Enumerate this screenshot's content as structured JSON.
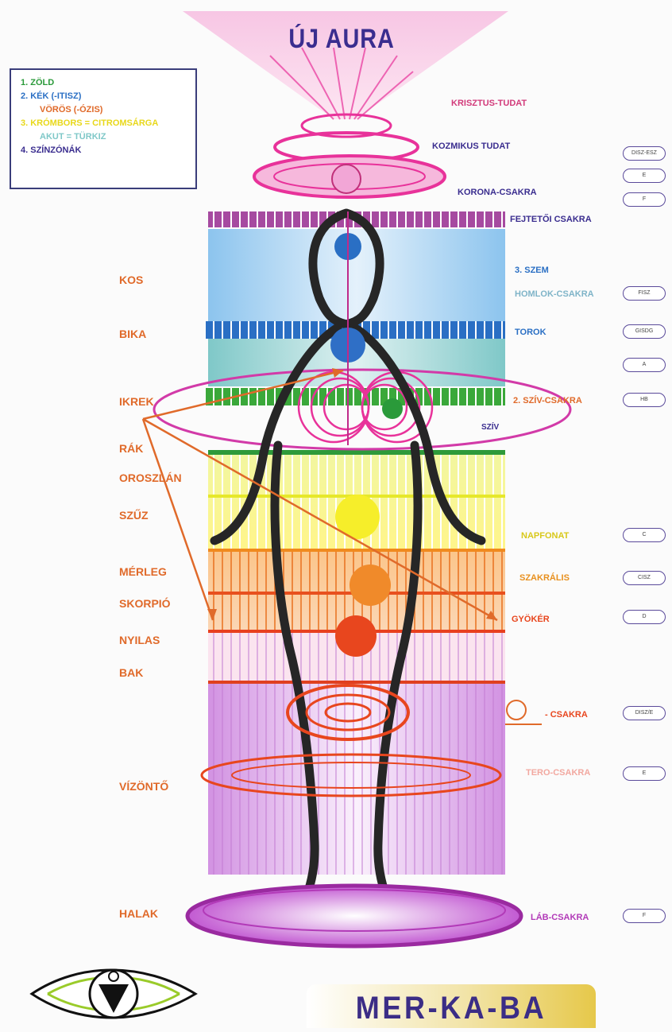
{
  "title": "ÚJ AURA",
  "legend": {
    "item1": "1. ZÖLD",
    "item2": "2. KÉK (-ITISZ)",
    "item2b": "VÖRÖS (-ÓZIS)",
    "item3": "3. KRÓMBORS = CITROMSÁRGA",
    "item3b": "AKUT = TÜRKIZ",
    "item4": "4. SZÍNZÓNÁK"
  },
  "zodiac": [
    "KOS",
    "BIKA",
    "IKREK",
    "RÁK",
    "OROSZLÁN",
    "SZŰZ",
    "MÉRLEG",
    "SKORPIÓ",
    "NYILAS",
    "BAK",
    "VÍZÖNTŐ",
    "HALAK"
  ],
  "chakras": {
    "krisztus": "KRISZTUS-TUDAT",
    "kozmikus": "KOZMIKUS TUDAT",
    "korona": "KORONA-CSAKRA",
    "fejteto": "FEJTETŐI CSAKRA",
    "szem": "3. SZEM",
    "homlok": "HOMLOK-CSAKRA",
    "torok": "TOROK",
    "sziv": "2. SZÍV-CSAKRA",
    "sziv_small": "SZÍV",
    "napfonat": "NAPFONAT",
    "szakralis": "SZAKRÁLIS",
    "gyoker": "GYÖKÉR",
    "symbol_csakra": "- CSAKRA",
    "tero": "TERO-CSAKRA",
    "lab": "LÁB-CSAKRA"
  },
  "notes": [
    "DISZ-ESZ",
    "E",
    "F",
    "FISZ",
    "GISDG",
    "A",
    "HB",
    "C",
    "CISZ",
    "D",
    "DISZ/E",
    "E",
    "F"
  ],
  "banner": "MER-KA-BA",
  "colors": {
    "pink": "#e8329a",
    "orange": "#e06a2a",
    "blue": "#2a6fc4",
    "green": "#3aa83a",
    "yellow": "#f5e62a",
    "purple": "#b23ab8",
    "navy": "#3a2d8f"
  }
}
